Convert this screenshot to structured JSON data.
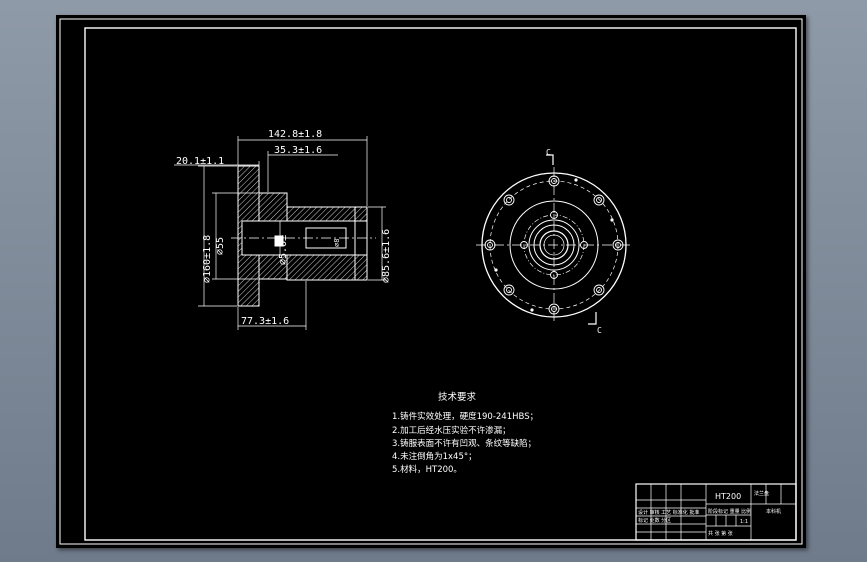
{
  "drawing": {
    "front_view": {
      "dim_overall_length": "142.8±1.8",
      "dim_step_length": "35.3±1.6",
      "dim_flange_thickness": "20.1±1.1",
      "dim_flange_diameter": "⌀160±1.8",
      "dim_pilot_diameter": "⌀55",
      "dim_bore_diameter": "⌀5.6±",
      "dim_boss_diameter": "⌀85.6±1.6",
      "dim_bottom_length": "77.3±1.6",
      "section_note": "⌀8"
    },
    "side_view": {
      "section_marker_top": "C",
      "section_marker_bottom": "C"
    },
    "tech_requirements": {
      "title": "技术要求",
      "items": [
        "1.铸件实效处理，硬度190-241HBS；",
        "2.加工后经水压实验不许渗漏；",
        "3.铸服表面不许有凹观、条纹等缺陷；",
        "4.未注倒角为1x45°；",
        "5.材料，HT200。"
      ]
    },
    "title_block": {
      "material": "HT200",
      "right_top": "法兰盘",
      "right_sub": "本科机",
      "left_row1": "设计 审核 工艺 标准化 批准",
      "left_row2": "标记 处数 分区",
      "mid_row1": "阶段标记 重量 比例",
      "mid_row2": "共 张 第 张",
      "sheet_info": "1:1"
    },
    "colors": {
      "background": "#000000",
      "lines": "#ffffff",
      "workspace": "#7f8a99"
    }
  }
}
